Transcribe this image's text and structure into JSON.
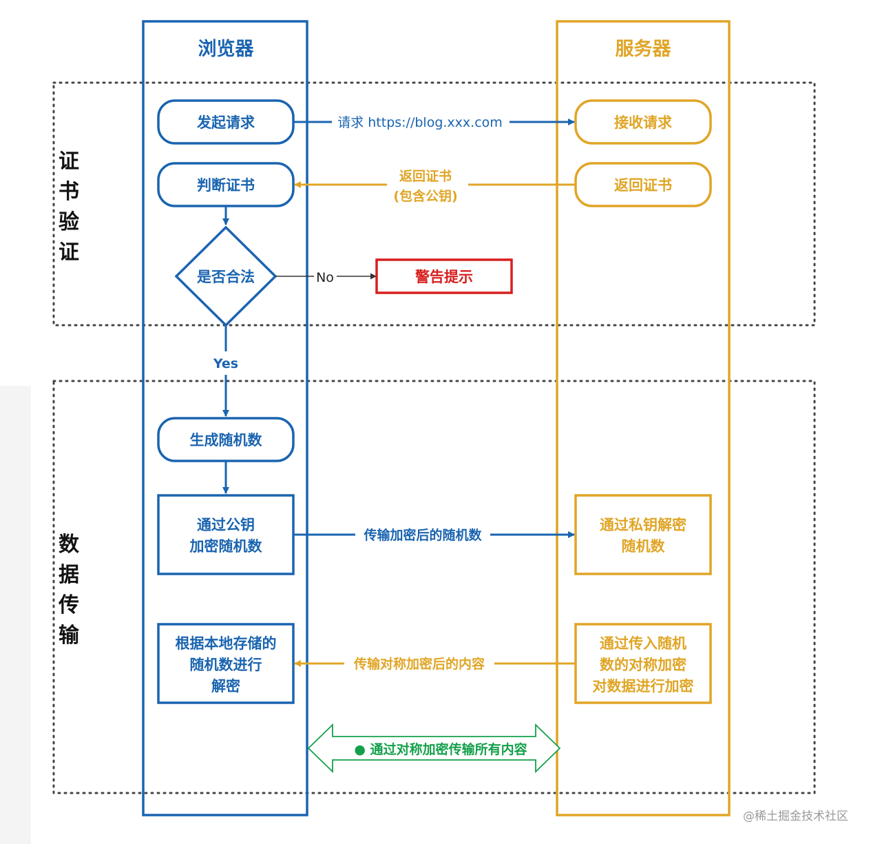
{
  "colors": {
    "browser": "#1a64b0",
    "server": "#e0a526",
    "alert": "#d81e1e",
    "secure": "#13a04a",
    "line": "#333333",
    "dotted": "#444444"
  },
  "lanes": {
    "browser": "浏览器",
    "server": "服务器"
  },
  "sections": {
    "cert": [
      "证",
      "书",
      "验",
      "证"
    ],
    "data": [
      "数",
      "据",
      "传",
      "输"
    ]
  },
  "nodes": {
    "send_request": "发起请求",
    "receive_request": "接收请求",
    "judge_cert": "判断证书",
    "return_cert": "返回证书",
    "is_valid": "是否合法",
    "warning": "警告提示",
    "gen_random": "生成随机数",
    "encrypt_random": [
      "通过公钥",
      "加密随机数"
    ],
    "decrypt_random": [
      "通过私钥解密",
      "随机数"
    ],
    "decrypt_content": [
      "根据本地存储的",
      "随机数进行",
      "解密"
    ],
    "encrypt_content": [
      "通过传入随机",
      "数的对称加密",
      "对数据进行加密"
    ]
  },
  "edges": {
    "request": "请求 https://blog.xxx.com",
    "return_cert": [
      "返回证书",
      "(包含公钥)"
    ],
    "no": "No",
    "yes": "Yes",
    "send_encrypted_random": "传输加密后的随机数",
    "send_encrypted_content": "传输对称加密后的内容",
    "symmetric_all": "● 通过对称加密传输所有内容"
  },
  "watermark": "@稀土掘金技术社区"
}
